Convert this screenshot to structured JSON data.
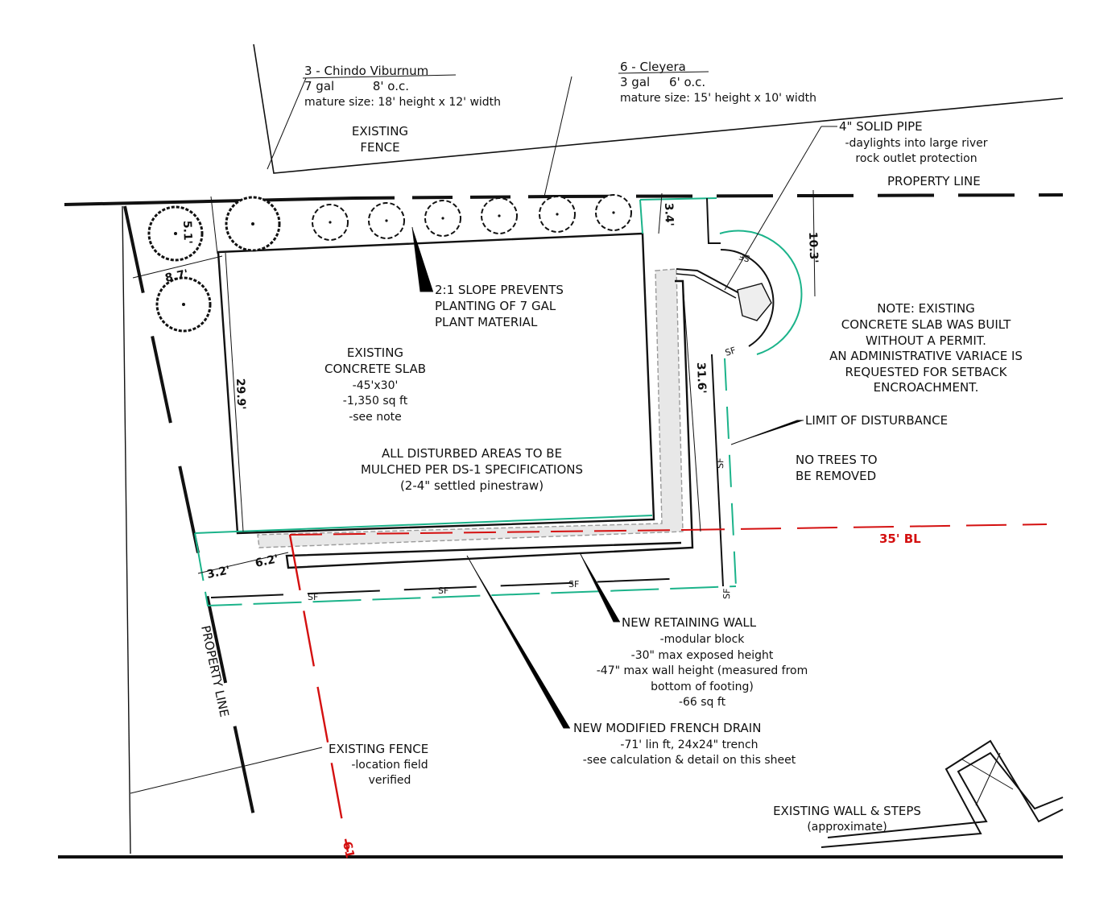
{
  "labels": {
    "viburnum_title": "3 - Chindo Viburnum",
    "viburnum_size": "7 gal          8' o.c.",
    "viburnum_mature": "mature size: 18' height x 12' width",
    "cleyera_title": "6 - Cleyera",
    "cleyera_size": "3 gal     6' o.c.",
    "cleyera_mature": "mature size: 15' height x 10' width",
    "existing_fence_1": "EXISTING",
    "existing_fence_2": "FENCE",
    "pipe_1": "4\" SOLID PIPE",
    "pipe_2": "-daylights into large river",
    "pipe_3": "rock outlet protection",
    "property_line_top": "PROPERTY LINE",
    "slope_1": "2:1 SLOPE PREVENTS",
    "slope_2": "PLANTING OF 7 GAL",
    "slope_3": "PLANT MATERIAL",
    "note_1": "NOTE: EXISTING",
    "note_2": "CONCRETE SLAB WAS BUILT",
    "note_3": "WITHOUT A PERMIT.",
    "note_4": "AN ADMINISTRATIVE VARIACE IS",
    "note_5": "REQUESTED FOR SETBACK",
    "note_6": "ENCROACHMENT.",
    "slab_1": "EXISTING",
    "slab_2": "CONCRETE SLAB",
    "slab_3": "-45'x30'",
    "slab_4": "-1,350 sq ft",
    "slab_5": "-see note",
    "lod": "LIMIT OF DISTURBANCE",
    "mulch_1": "ALL DISTURBED AREAS TO BE",
    "mulch_2": "MULCHED PER DS-1 SPECIFICATIONS",
    "mulch_3": "(2-4\" settled pinestraw)",
    "trees_1": "NO TREES TO",
    "trees_2": "BE REMOVED",
    "bl": "35' BL",
    "wall_1": "NEW RETAINING WALL",
    "wall_2": "-modular block",
    "wall_3": "-30\" max exposed height",
    "wall_4": "-47\" max wall height (measured from",
    "wall_5": "bottom of footing)",
    "wall_6": "-66 sq ft",
    "drain_1": "NEW MODIFIED FRENCH DRAIN",
    "drain_2": "-71' lin ft, 24x24\" trench",
    "drain_3": "-see calculation & detail on this sheet",
    "fence2_1": "EXISTING FENCE",
    "fence2_2": "-location field",
    "fence2_3": "verified",
    "property_line_left": "PROPERTY LINE",
    "steps_1": "EXISTING WALL & STEPS",
    "steps_2": "(approximate)",
    "sf": "SF",
    "bottom_red": "61"
  },
  "dimensions": {
    "d_51": "5.1'",
    "d_87": "8.7'",
    "d_34": "3.4'",
    "d_103": "10.3'",
    "d_299": "29.9'",
    "d_316": "31.6'",
    "d_32": "3.2'",
    "d_62": "6.2'"
  },
  "colors": {
    "ink": "#111111",
    "silt_fence": "#1bb38a",
    "setback": "#d41010",
    "hatch": "#9a9a9a"
  }
}
